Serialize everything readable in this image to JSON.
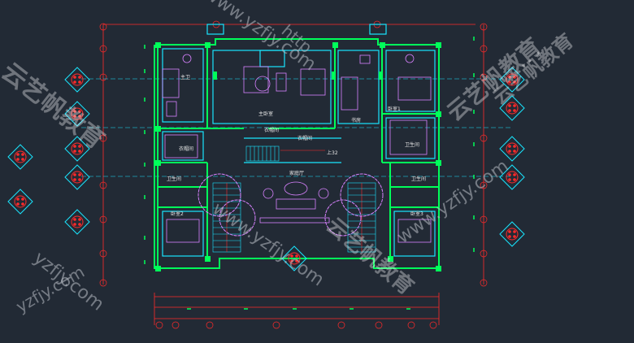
{
  "colors": {
    "background": "#222a35",
    "wall": "#00ff5a",
    "wall_cyan": "#19e6ff",
    "axis": "#ff2a2a",
    "furniture": "#d982ff",
    "watermark": "#b9bec6"
  },
  "rooms": {
    "master_bedroom": "主卧室",
    "master_bath": "主卫",
    "closet_top": "衣帽间",
    "closet_left": "衣帽间",
    "closet_mid": "衣帽间",
    "study": "书房",
    "family_hall": "家庭厅",
    "bedroom1": "卧室1",
    "bedroom2": "卧室2",
    "bedroom3": "卧室3",
    "bath2": "卫生间",
    "bath3": "卫生间",
    "bath_left": "卫生间",
    "stair_label": "上32"
  },
  "watermarks": {
    "url": "www.yzfjy.com",
    "cn": "云艺帆教育",
    "url_tail": "yzfjy.com",
    "http": "http"
  },
  "icons": [
    "axis-bubble-icon",
    "column-marker-icon",
    "tree-symbol-icon",
    "stair-icon",
    "sofa-icon",
    "bed-icon",
    "toilet-icon",
    "wash-basin-icon",
    "bathtub-icon"
  ]
}
